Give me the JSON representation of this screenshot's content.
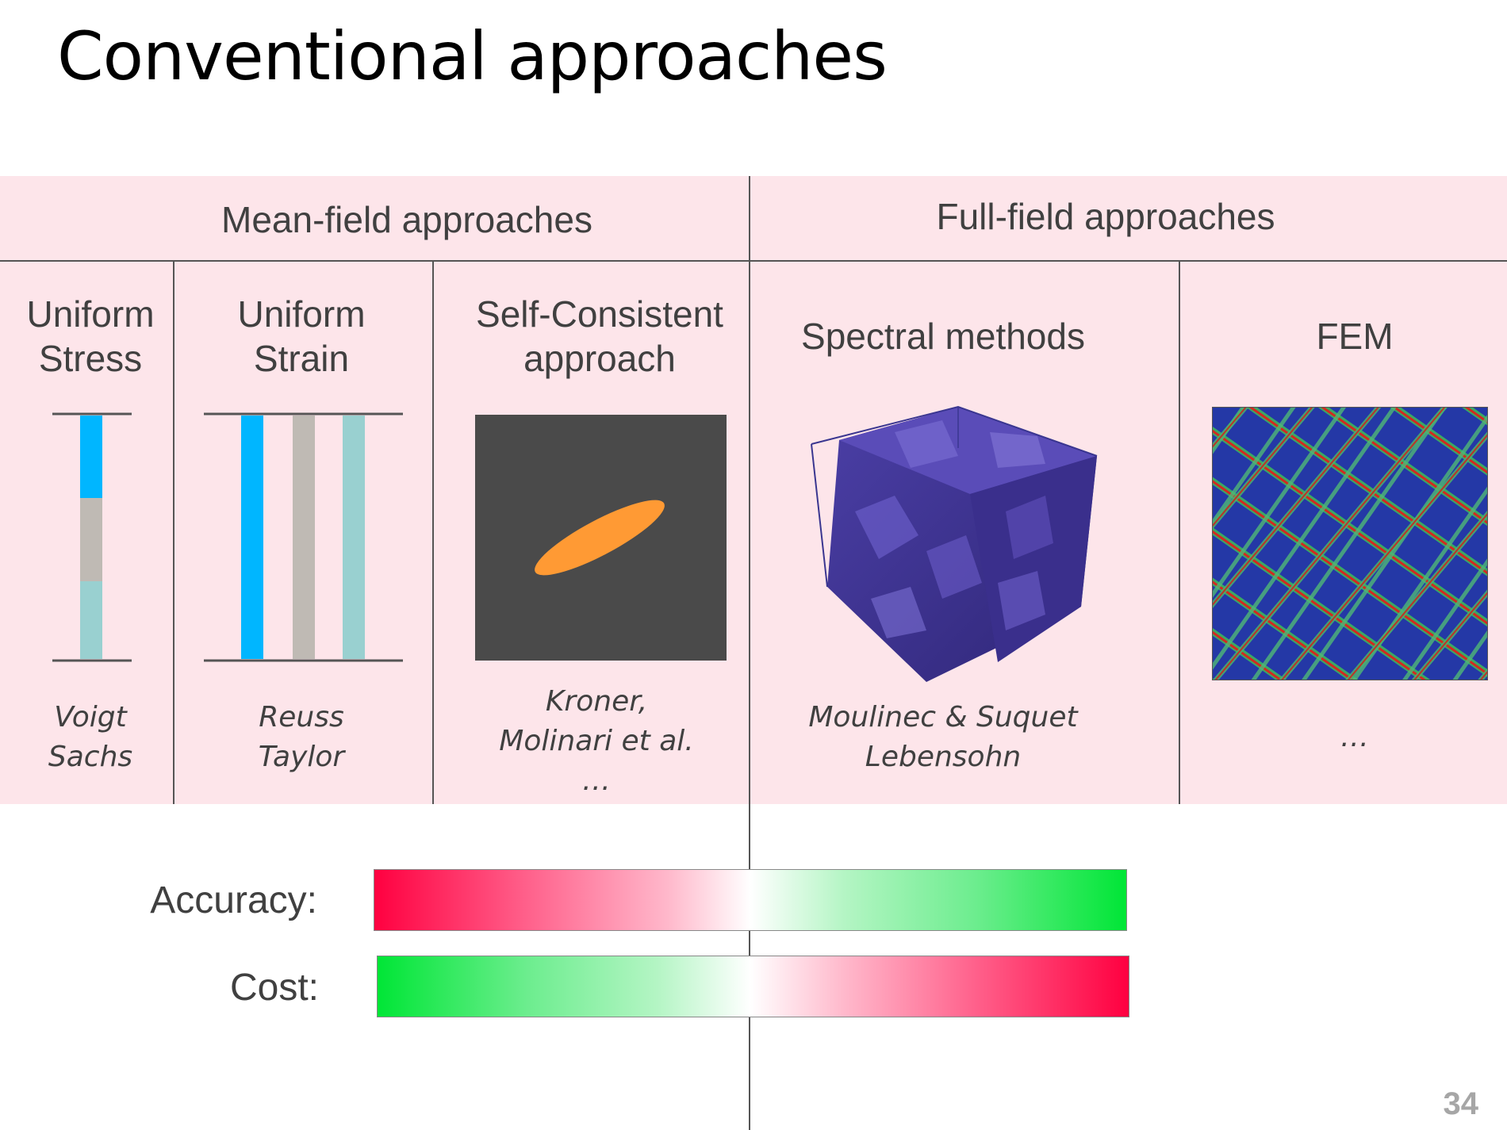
{
  "title": "Conventional approaches",
  "groups": {
    "mean_field": "Mean-field approaches",
    "full_field": "Full-field approaches"
  },
  "columns": [
    {
      "name": [
        "Uniform",
        "Stress"
      ],
      "refs": [
        "Voigt",
        "Sachs"
      ]
    },
    {
      "name": [
        "Uniform",
        "Strain"
      ],
      "refs": [
        "Reuss",
        "Taylor"
      ]
    },
    {
      "name": [
        "Self-Consistent",
        "approach"
      ],
      "refs": [
        "Kroner,",
        "Molinari et al.",
        "…"
      ]
    },
    {
      "name": [
        "Spectral methods"
      ],
      "refs": [
        "Moulinec & Suquet",
        "Lebensohn"
      ]
    },
    {
      "name": [
        "FEM"
      ],
      "refs": [
        "…"
      ]
    }
  ],
  "comparison": {
    "accuracy_label": "Accuracy:",
    "cost_label": "Cost:"
  },
  "colors": {
    "background_band": "#fde5ea",
    "phase_blue": "#00b6ff",
    "phase_gray": "#bfbab4",
    "phase_teal": "#99d0d0",
    "inclusion_orange": "#ff9a34",
    "matrix_dark": "#4a4a4a",
    "bar_red": "#ff0040",
    "bar_green": "#00e636"
  },
  "page_number": "34"
}
